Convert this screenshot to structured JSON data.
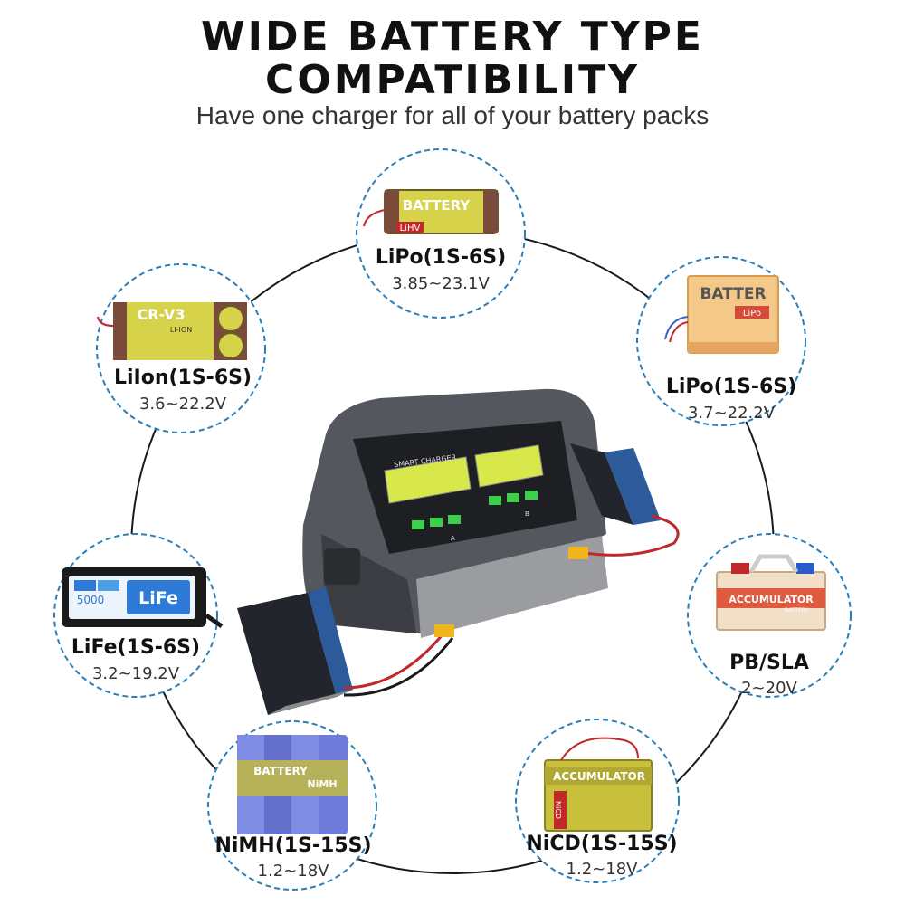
{
  "header": {
    "title_line1": "WIDE BATTERY TYPE",
    "title_line2": "COMPATIBILITY",
    "subtitle": "Have one charger for all of your battery packs"
  },
  "batteries": [
    {
      "name": "LiPo(1S-6S)",
      "voltage": "3.85~23.1V",
      "art_text": "BATTERY",
      "art_badge": "LiHV"
    },
    {
      "name": "LiPo(1S-6S)",
      "voltage": "3.7~22.2V",
      "art_text": "BATTER",
      "art_badge": "LiPo"
    },
    {
      "name": "PB/SLA",
      "voltage": "2~20V",
      "art_text": "ACCUMULATOR",
      "art_badge": "BATTERY"
    },
    {
      "name": "NiCD(1S-15S)",
      "voltage": "1.2~18V",
      "art_text": "ACCUMULATOR",
      "art_badge": "NiCD"
    },
    {
      "name": "NiMH(1S-15S)",
      "voltage": "1.2~18V",
      "art_text": "BATTERY",
      "art_badge": "NiMH"
    },
    {
      "name": "LiFe(1S-6S)",
      "voltage": "3.2~19.2V",
      "art_text": "LiFe",
      "art_badge": "5000"
    },
    {
      "name": "LiIon(1S-6S)",
      "voltage": "3.6~22.2V",
      "art_text": "CR-V3",
      "art_badge": "LI-ION"
    }
  ],
  "charger": {
    "brand_label": "SMART CHARGER",
    "port_a": "A",
    "port_b": "B"
  },
  "colors": {
    "dashed_circle": "#2a7fb8",
    "charger_body": "#4a4d52",
    "lcd": "#d8e84a",
    "connector": "#f0b41c"
  }
}
